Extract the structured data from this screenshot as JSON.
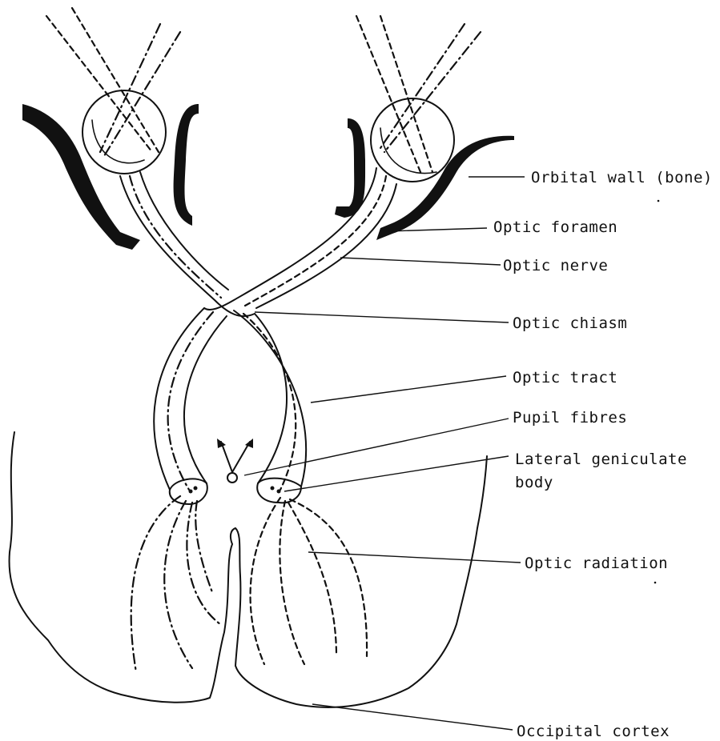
{
  "labels": {
    "orbital_wall": "Orbital wall (bone)",
    "optic_foramen": "Optic foramen",
    "optic_nerve": "Optic nerve",
    "optic_chiasm": "Optic chiasm",
    "optic_tract": "Optic tract",
    "pupil_fibres": "Pupil fibres",
    "lateral_geniculate_line1": "Lateral geniculate",
    "lateral_geniculate_line2": "body",
    "optic_radiation": "Optic radiation",
    "occipital_cortex": "Occipital cortex"
  },
  "colors": {
    "ink": "#111111",
    "background": "#ffffff"
  }
}
